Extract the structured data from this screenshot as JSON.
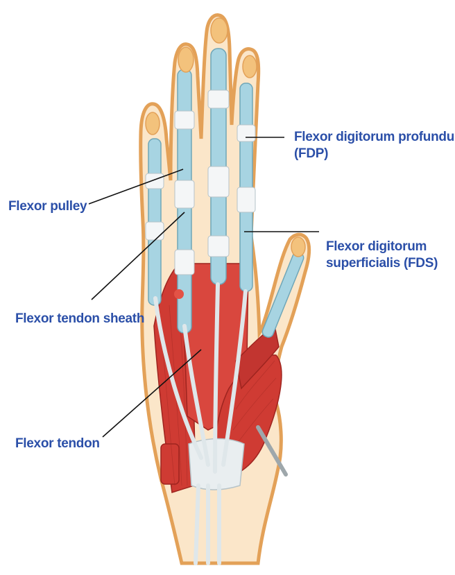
{
  "colors": {
    "label_text": "#2b4fa8",
    "skin_fill": "#fbe6c9",
    "skin_outline": "#e3a158",
    "muscle": "#cf3b33",
    "tendon": "#dfe7ea",
    "sheath": "#a7d4e2",
    "leader_line": "#111111"
  },
  "labels": {
    "flexor_pulley": "Flexor pulley",
    "flexor_tendon_sheath": "Flexor tendon sheath",
    "flexor_tendon": "Flexor tendon",
    "fdp_line1": "Flexor digitorum profundus",
    "fdp_line2": "(FDP)",
    "fds_line1": "Flexor digitorum",
    "fds_line2": "superficialis (FDS)"
  }
}
